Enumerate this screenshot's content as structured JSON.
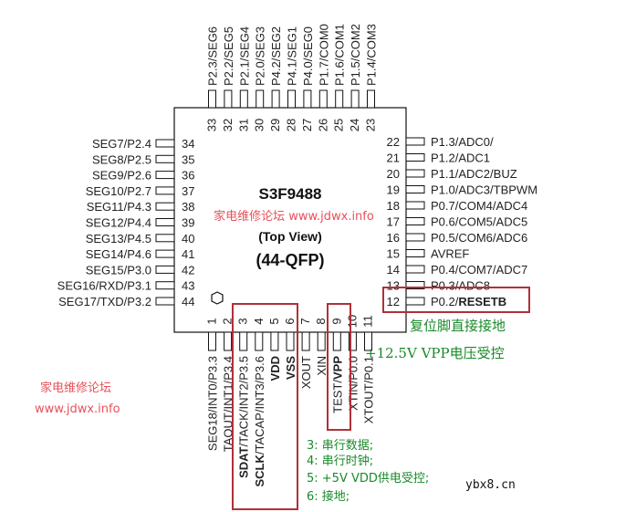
{
  "chip": {
    "name": "S3F9488",
    "view": "(Top View)",
    "package": "(44-QFP)"
  },
  "watermark": {
    "center": "家电维修论坛 www.jdwx.info",
    "left_line1": "家电维修论坛",
    "left_line2": "www.jdwx.info",
    "corner": "ybx8.cn"
  },
  "pins_top": [
    {
      "num": "33",
      "label": "P2.3/SEG6"
    },
    {
      "num": "32",
      "label": "P2.2/SEG5"
    },
    {
      "num": "31",
      "label": "P2.1/SEG4"
    },
    {
      "num": "30",
      "label": "P2.0/SEG3"
    },
    {
      "num": "29",
      "label": "P4.2/SEG2"
    },
    {
      "num": "28",
      "label": "P4.1/SEG1"
    },
    {
      "num": "27",
      "label": "P4.0/SEG0"
    },
    {
      "num": "26",
      "label": "P1.7/COM0"
    },
    {
      "num": "25",
      "label": "P1.6/COM1"
    },
    {
      "num": "24",
      "label": "P1.5/COM2"
    },
    {
      "num": "23",
      "label": "P1.4/COM3"
    }
  ],
  "pins_left": [
    {
      "num": "34",
      "label": "SEG7/P2.4"
    },
    {
      "num": "35",
      "label": "SEG8/P2.5"
    },
    {
      "num": "36",
      "label": "SEG9/P2.6"
    },
    {
      "num": "37",
      "label": "SEG10/P2.7"
    },
    {
      "num": "38",
      "label": "SEG11/P4.3"
    },
    {
      "num": "39",
      "label": "SEG12/P4.4"
    },
    {
      "num": "40",
      "label": "SEG13/P4.5"
    },
    {
      "num": "41",
      "label": "SEG14/P4.6"
    },
    {
      "num": "42",
      "label": "SEG15/P3.0"
    },
    {
      "num": "43",
      "label": "SEG16/RXD/P3.1"
    },
    {
      "num": "44",
      "label": "SEG17/TXD/P3.2"
    }
  ],
  "pins_right": [
    {
      "num": "22",
      "label": "P1.3/ADC0/"
    },
    {
      "num": "21",
      "label": "P1.2/ADC1"
    },
    {
      "num": "20",
      "label": "P1.1/ADC2/BUZ"
    },
    {
      "num": "19",
      "label": "P1.0/ADC3/TBPWM"
    },
    {
      "num": "18",
      "label": "P0.7/COM4/ADC4"
    },
    {
      "num": "17",
      "label": "P0.6/COM5/ADC5"
    },
    {
      "num": "16",
      "label": "P0.5/COM6/ADC6"
    },
    {
      "num": "15",
      "label": "AVREF"
    },
    {
      "num": "14",
      "label": "P0.4/COM7/ADC7"
    },
    {
      "num": "13",
      "label": "P0.3/ADC8"
    },
    {
      "num": "12",
      "label": "P0.2/RESETB",
      "bold_part": "RESETB",
      "plain_part": "P0.2/"
    }
  ],
  "pins_bottom": [
    {
      "num": "1",
      "label": "SEG18/INT0/P3.3"
    },
    {
      "num": "2",
      "label": "TAOUT/INT1/P3.4"
    },
    {
      "num": "3",
      "label": "SDAT/TACK/INT2/P3.5",
      "bold_part": "SDAT",
      "plain_part": "/TACK/INT2/P3.5"
    },
    {
      "num": "4",
      "label": "SCLK/TACAP/INT3/P3.6",
      "bold_part": "SCLK",
      "plain_part": "/TACAP/INT3/P3.6"
    },
    {
      "num": "5",
      "label": "VDD",
      "bold": true
    },
    {
      "num": "6",
      "label": "VSS",
      "bold": true
    },
    {
      "num": "7",
      "label": "XOUT"
    },
    {
      "num": "8",
      "label": "XIN"
    },
    {
      "num": "9",
      "label": "TEST/VPP",
      "bold_part": "VPP",
      "plain_part": "TEST/"
    },
    {
      "num": "10",
      "label": "XTIN/P0.0"
    },
    {
      "num": "11",
      "label": "XTOUT/P0.1"
    }
  ],
  "annotations": {
    "reset_note": "复位脚直接接地",
    "vpp_note": "+12.5V VPP电压受控",
    "notes": [
      "3: 串行数据;",
      "4: 串行时钟;",
      "5: +5V VDD供电受控;",
      "6: 接地;"
    ]
  },
  "colors": {
    "highlight_box": "#b0303a",
    "annotation_green": "#1a8a2a",
    "watermark_red": "#e8505a"
  }
}
